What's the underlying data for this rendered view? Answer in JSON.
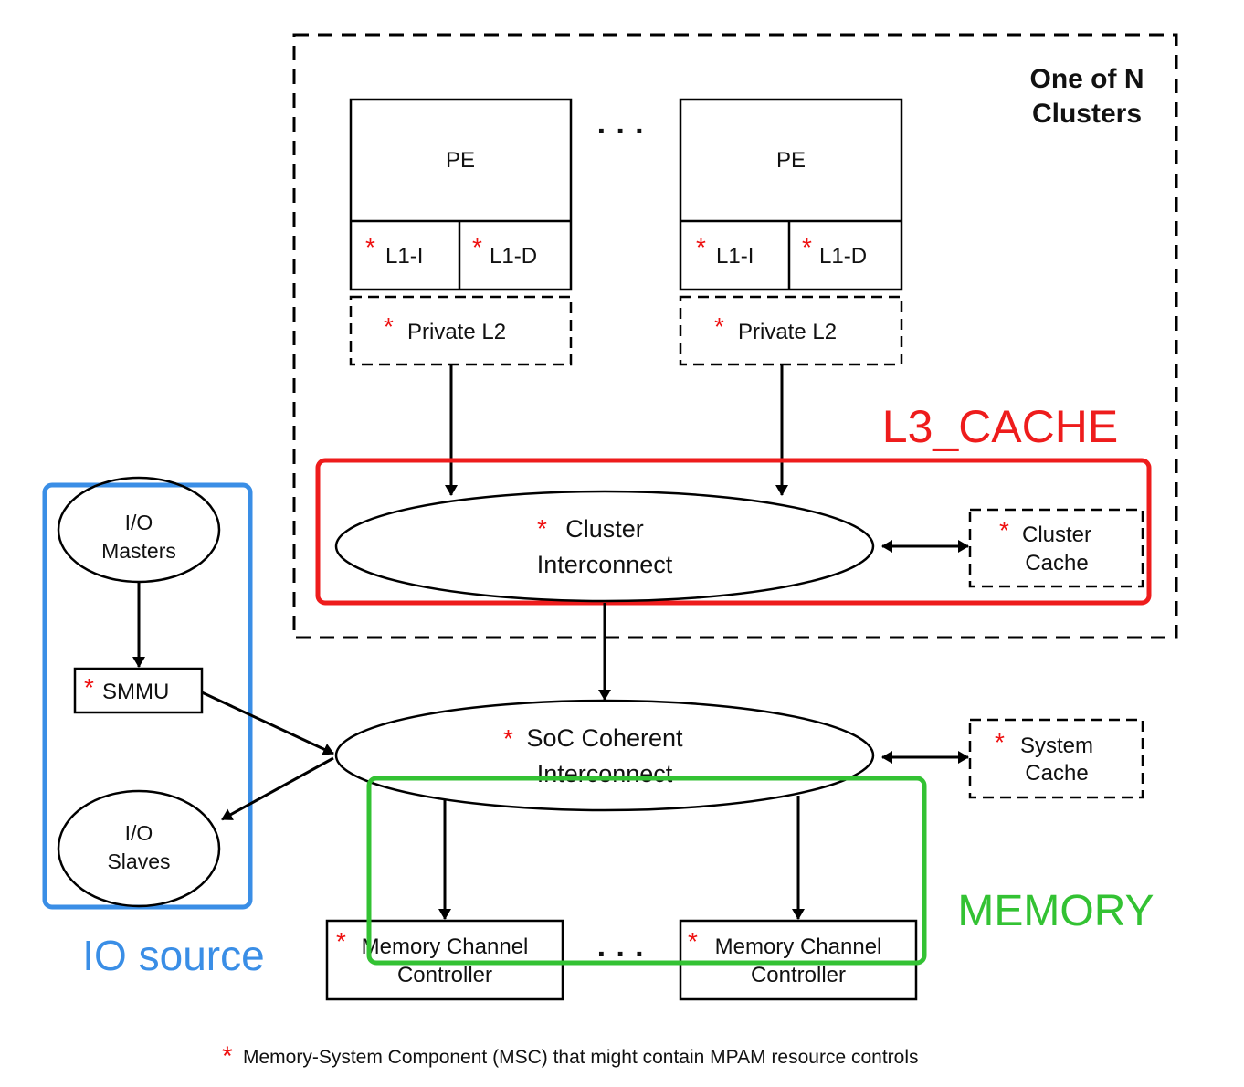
{
  "cluster_group": {
    "title_line1": "One of N",
    "title_line2": "Clusters"
  },
  "pes": [
    {
      "label": "PE",
      "l1i": "L1-I",
      "l1d": "L1-D",
      "l2": "Private L2"
    },
    {
      "label": "PE",
      "l1i": "L1-I",
      "l1d": "L1-D",
      "l2": "Private L2"
    }
  ],
  "ellipsis": "· · ·",
  "cluster_interconnect": {
    "line1": "Cluster",
    "line2": "Interconnect"
  },
  "cluster_cache": {
    "line1": "Cluster",
    "line2": "Cache"
  },
  "soc_interconnect": {
    "line1": "SoC Coherent",
    "line2": "Interconnect"
  },
  "system_cache": {
    "line1": "System",
    "line2": "Cache"
  },
  "io_masters": {
    "line1": "I/O",
    "line2": "Masters"
  },
  "smmu": {
    "label": "SMMU"
  },
  "io_slaves": {
    "line1": "I/O",
    "line2": "Slaves"
  },
  "mem_controllers": [
    {
      "line1": "Memory Channel",
      "line2": "Controller"
    },
    {
      "line1": "Memory Channel",
      "line2": "Controller"
    }
  ],
  "highlights": {
    "l3": {
      "label": "L3_CACHE",
      "color": "#ee1c1c"
    },
    "memory": {
      "label": "MEMORY",
      "color": "#33c233"
    },
    "io": {
      "label": "IO source",
      "color": "#3a8ee6"
    }
  },
  "msc_marker": "*",
  "footnote": "Memory-System Component (MSC) that might contain MPAM resource controls"
}
